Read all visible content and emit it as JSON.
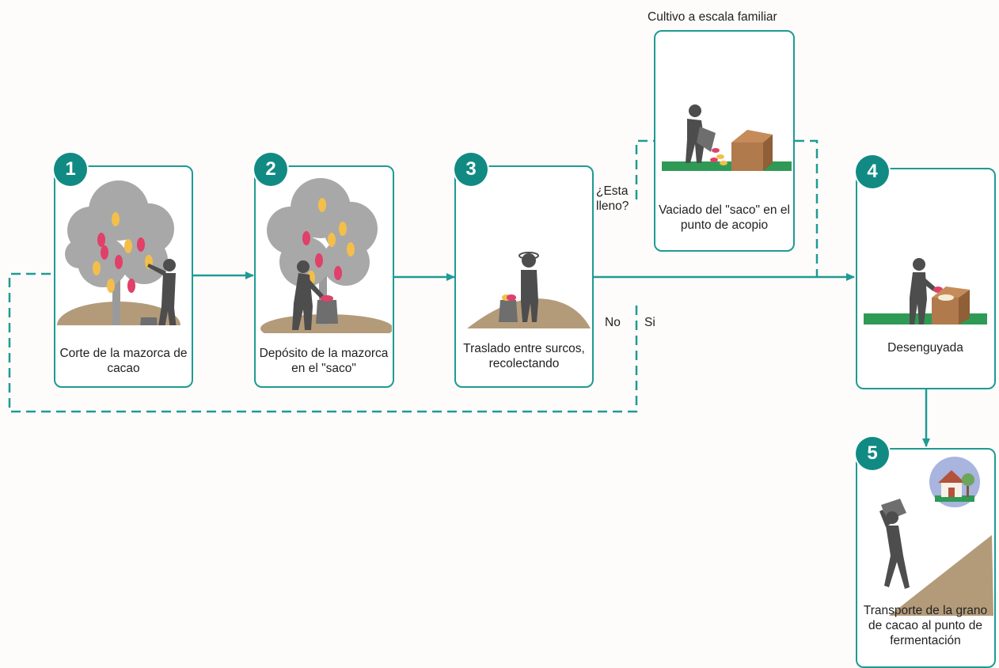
{
  "top_label": "Cultivo a escala familiar",
  "steps": [
    {
      "num": "1",
      "caption": "Corte de la mazorca de cacao"
    },
    {
      "num": "2",
      "caption": "Depósito de la mazorca en el \"saco\""
    },
    {
      "num": "3",
      "caption": "Traslado entre surcos, recolectando"
    },
    {
      "num": "4",
      "caption": "Desenguyada"
    },
    {
      "num": "5",
      "caption": "Transporte de la grano de cacao al punto de fermentación"
    }
  ],
  "side_step": {
    "caption": "Vaciado del \"saco\" en el punto de acopio"
  },
  "decision": {
    "question": "¿Esta lleno?",
    "no": "No",
    "yes": "Si"
  },
  "colors": {
    "teal": "#1f9a94",
    "badge": "#118a84",
    "ground": "#b39b7a",
    "grass": "#2f9a55"
  }
}
